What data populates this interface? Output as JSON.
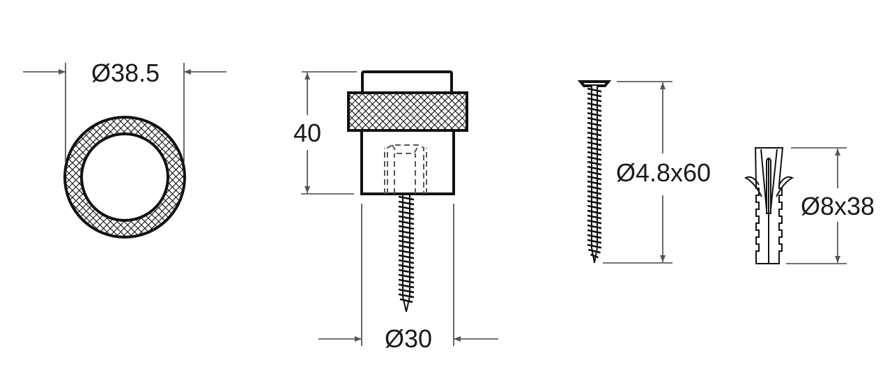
{
  "labels": {
    "ring_diameter": "Ø38.5",
    "stopper_height": "40",
    "stopper_diameter": "Ø30",
    "screw_size": "Ø4.8x60",
    "anchor_size": "Ø8x38"
  },
  "colors": {
    "line": "#111111",
    "dimension": "#444444"
  }
}
